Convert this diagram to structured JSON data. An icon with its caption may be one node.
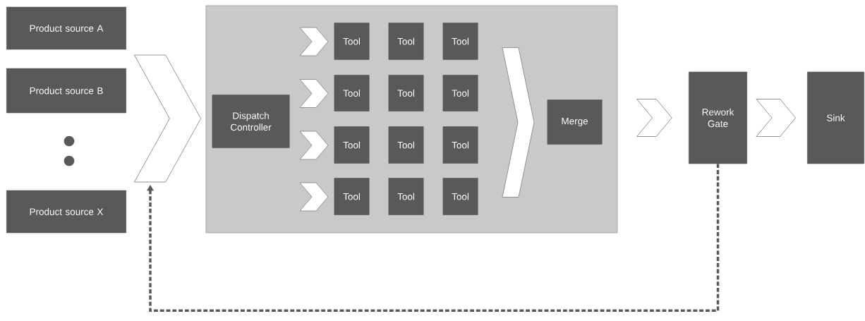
{
  "diagram": {
    "nodes": [
      {
        "text": [
          "Product source A"
        ]
      },
      {
        "text": [
          "Product source B"
        ]
      },
      {
        "text": [
          "Product source X"
        ]
      },
      {
        "text": [],
        "shape": "box"
      },
      {
        "text": [
          "Dispatch Controller"
        ],
        "in": 3
      },
      {
        "text": [
          "Tool"
        ],
        "in": 3
      },
      {
        "text": [
          "Tool"
        ],
        "in": 3
      },
      {
        "text": [
          "Tool"
        ],
        "in": 3
      },
      {
        "text": [
          "Tool"
        ],
        "in": 3
      },
      {
        "text": [
          "Tool"
        ],
        "in": 3
      },
      {
        "text": [
          "Tool"
        ],
        "in": 3
      },
      {
        "text": [
          "Tool"
        ],
        "in": 3
      },
      {
        "text": [
          "Tool"
        ],
        "in": 3
      },
      {
        "text": [
          "Tool"
        ],
        "in": 3
      },
      {
        "text": [
          "Tool"
        ],
        "in": 3
      },
      {
        "text": [
          "Tool"
        ],
        "in": 3
      },
      {
        "text": [
          "Tool"
        ],
        "in": 3
      },
      {
        "text": [
          "Merge"
        ],
        "in": 3
      },
      {
        "text": [
          "Rework Gate"
        ]
      },
      {
        "text": [
          "Sink"
        ]
      }
    ],
    "edges": [
      {
        "from": 0,
        "to": 4,
        "arrow": "to"
      },
      {
        "from": 1,
        "to": 4,
        "arrow": "to"
      },
      {
        "from": 2,
        "to": 4,
        "arrow": "to"
      },
      {
        "from": null,
        "to": 5,
        "arrow": "to"
      },
      {
        "from": null,
        "to": 8,
        "arrow": "to"
      },
      {
        "from": null,
        "to": 11,
        "arrow": "to"
      },
      {
        "from": null,
        "to": 14,
        "arrow": "to"
      },
      {
        "from": null,
        "to": 17,
        "arrow": "to"
      },
      {
        "from": 17,
        "to": 18,
        "arrow": "to"
      },
      {
        "from": 18,
        "to": 19,
        "arrow": "to"
      },
      {
        "from": 18,
        "to": null,
        "arrow": "to",
        "style": "dashed"
      }
    ]
  }
}
